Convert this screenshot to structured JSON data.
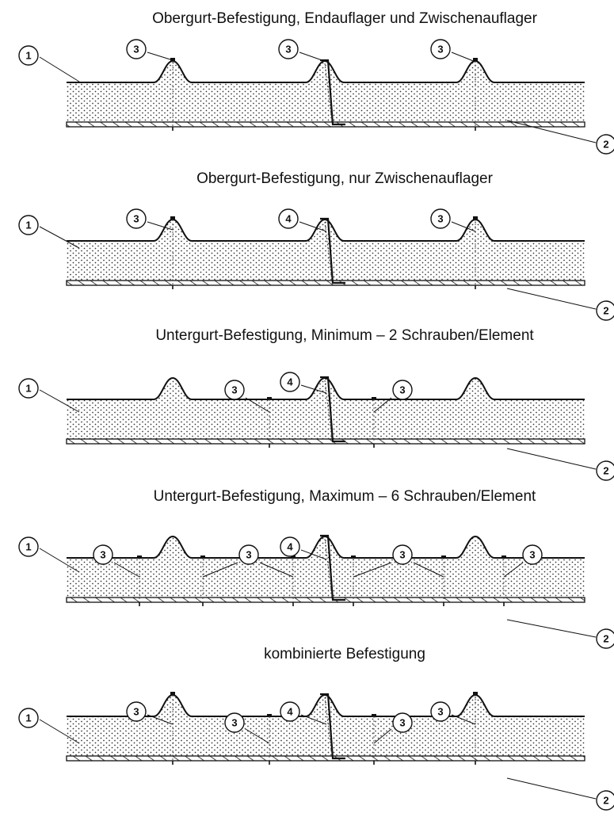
{
  "panels": [
    {
      "title": "Obergurt-Befestigung, Endauflager und Zwischenauflager",
      "callouts": [
        "1",
        "3",
        "3",
        "3",
        "2"
      ]
    },
    {
      "title": "Obergurt-Befestigung, nur Zwischenauflager",
      "callouts": [
        "1",
        "3",
        "4",
        "3",
        "2"
      ]
    },
    {
      "title": "Untergurt-Befestigung, Minimum – 2 Schrauben/Element",
      "callouts": [
        "1",
        "3",
        "4",
        "3",
        "2"
      ]
    },
    {
      "title": "Untergurt-Befestigung, Maximum – 6 Schrauben/Element",
      "callouts": [
        "1",
        "3",
        "3",
        "4",
        "3",
        "3",
        "2"
      ]
    },
    {
      "title": "kombinierte Befestigung",
      "callouts": [
        "1",
        "3",
        "3",
        "4",
        "3",
        "3",
        "2"
      ]
    }
  ]
}
